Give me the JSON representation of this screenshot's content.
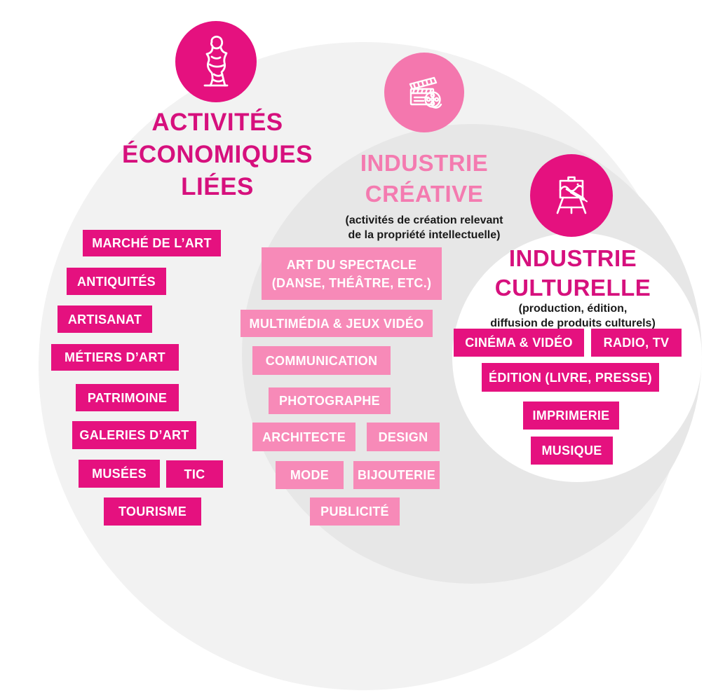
{
  "colors": {
    "page_bg": "#ffffff",
    "outer_circle": "#f2f2f2",
    "middle_circle": "#e7e7e7",
    "inner_circle": "#ffffff",
    "magenta": "#e5117f",
    "magenta_title": "#d6107d",
    "pink": "#f78ab8",
    "pink_circle": "#f477ae",
    "pink_title": "#f47bb0",
    "subtitle_text": "#1a1a1a",
    "tag_text": "#ffffff"
  },
  "outer_ring": {
    "title": "ACTIVITÉS\nÉCONOMIQUES\nLIÉES",
    "icon": "venus-statue-icon",
    "tags": [
      "MARCHÉ DE L’ART",
      "ANTIQUITÉS",
      "ARTISANAT",
      "MÉTIERS D’ART",
      "PATRIMOINE",
      "GALERIES D’ART",
      "MUSÉES",
      "TIC",
      "TOURISME"
    ]
  },
  "creative_ring": {
    "title": "INDUSTRIE\nCRÉATIVE",
    "subtitle": "(activités de création relevant\nde la propriété intellectuelle)",
    "icon": "clapperboard-icon",
    "tags": [
      "ART DU SPECTACLE\n(DANSE, THÉÂTRE, ETC.)",
      "MULTIMÉDIA & JEUX VIDÉO",
      "COMMUNICATION",
      "PHOTOGRAPHE",
      "ARCHITECTE",
      "DESIGN",
      "MODE",
      "BIJOUTERIE",
      "PUBLICITÉ"
    ]
  },
  "cultural_ring": {
    "title": "INDUSTRIE\nCULTURELLE",
    "subtitle": "(production, édition,\ndiffusion de produits culturels)",
    "icon": "easel-painting-icon",
    "tags": [
      "CINÉMA & VIDÉO",
      "RADIO, TV",
      "ÉDITION (LIVRE, PRESSE)",
      "IMPRIMERIE",
      "MUSIQUE"
    ]
  }
}
